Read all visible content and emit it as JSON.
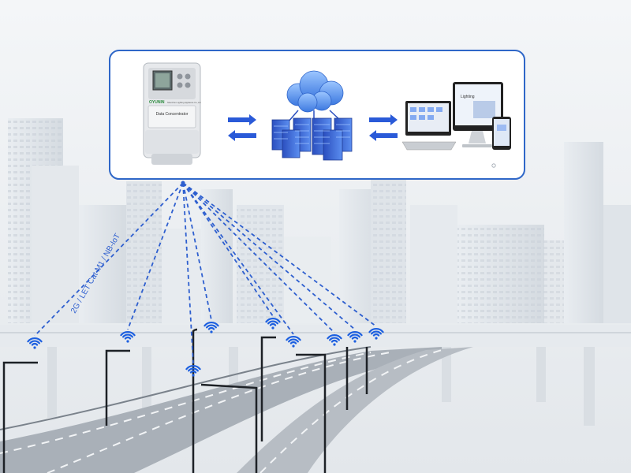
{
  "diagram": {
    "link_label": "2G / LET Cat M1 / NB-IoT",
    "components": {
      "concentrator": {
        "device_label": "Data Concentrator",
        "brand_text": "OYUNIN",
        "brand_subtext": "Shenzhen Lighting Appliance Co.,Ltd"
      },
      "cloud": {
        "icon": "cloud-server-icon"
      },
      "terminals": {
        "icon": "computer-monitors-icon",
        "screen_brand": "Lighting"
      }
    },
    "colors": {
      "link_line": "#2e5fcf",
      "wifi_icon": "#1c5fe0",
      "arrow": "#2a5ad8",
      "panel_border": "#2f67c8"
    }
  }
}
